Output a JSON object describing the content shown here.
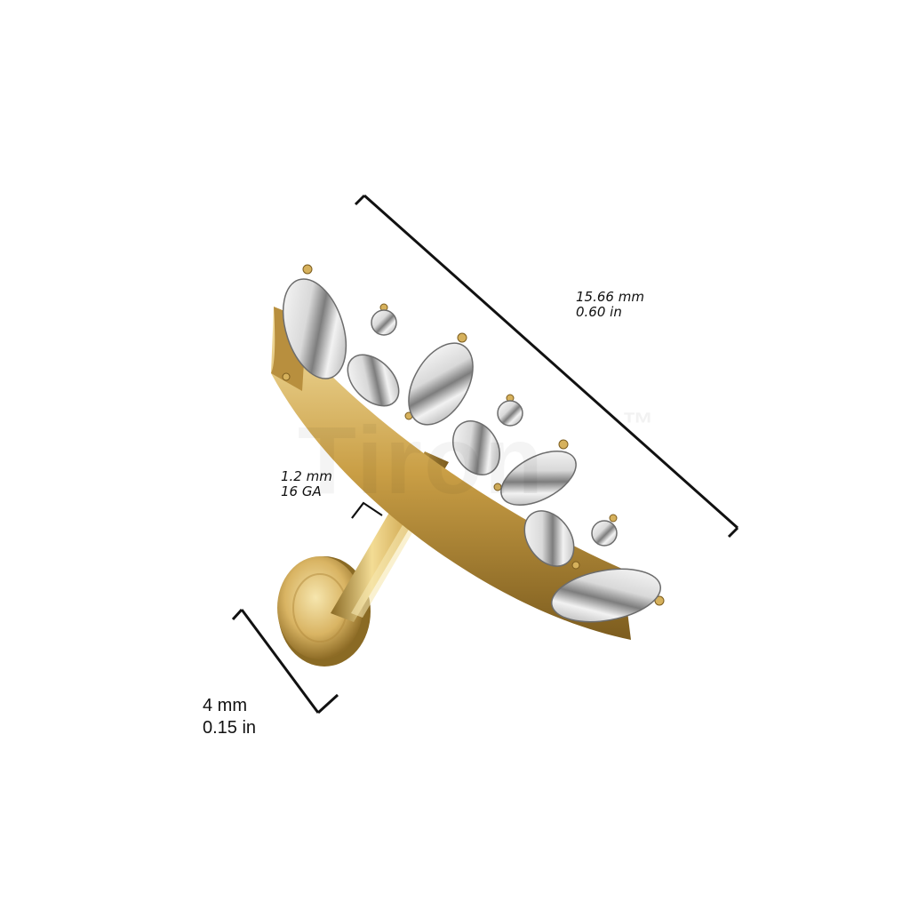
{
  "dimensions": {
    "length_mm": "15.66 mm",
    "length_in": "0.60 in",
    "gauge_mm": "1.2 mm",
    "gauge_ga": "16 GA",
    "disc_mm": "4 mm",
    "disc_in": "0.15 in"
  },
  "watermark": {
    "text": "Tiron",
    "mark": "™"
  },
  "colors": {
    "gold_light": "#f3dc95",
    "gold_mid": "#d2ab55",
    "gold_dark": "#8a6a24",
    "line": "#111111",
    "stone_white": "#f6f6f6",
    "stone_shade": "#8c8c8c"
  }
}
